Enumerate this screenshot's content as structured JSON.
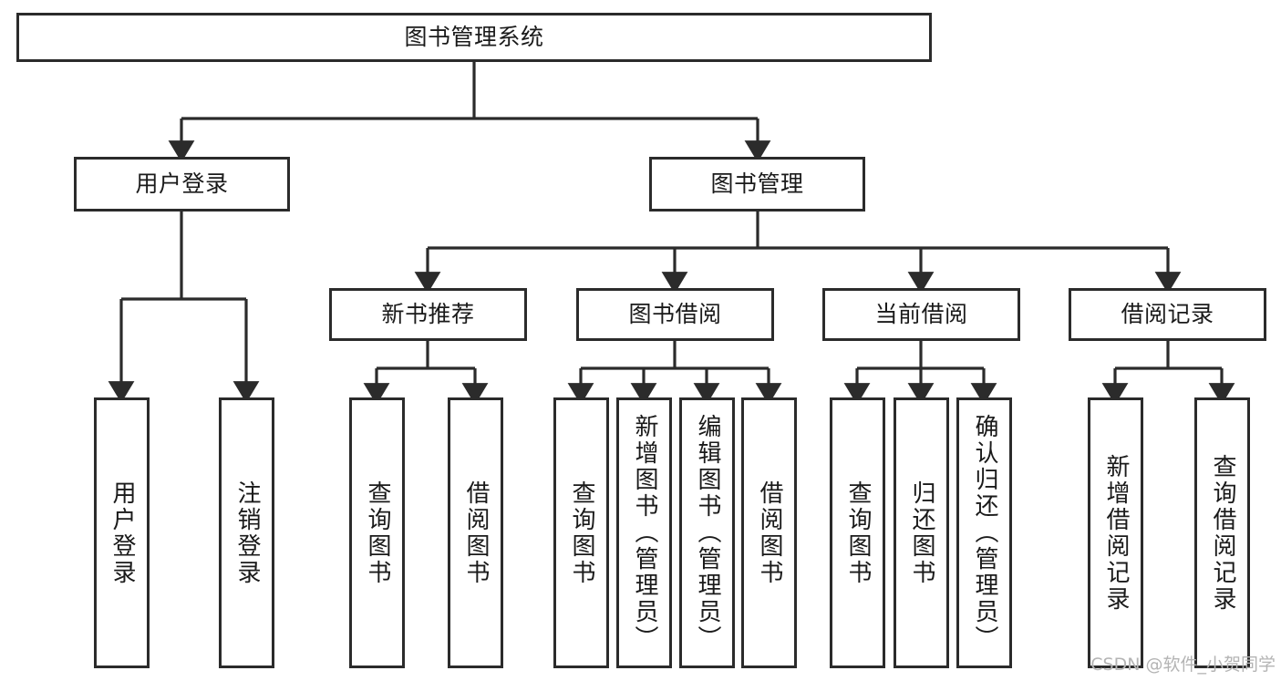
{
  "diagram": {
    "type": "tree-hierarchy",
    "title": "图书管理系统",
    "watermark": "CSDN @软件_小贺同学",
    "colors": {
      "box_border": "#2b2b2b",
      "box_fill": "#ffffff",
      "connector": "#2b2b2b",
      "text": "#1a1a1a",
      "watermark": "#b4b4b4",
      "background": "#ffffff"
    },
    "root": {
      "label": "图书管理系统"
    },
    "level2": [
      {
        "label": "用户登录"
      },
      {
        "label": "图书管理"
      }
    ],
    "level3": [
      {
        "label": "新书推荐"
      },
      {
        "label": "图书借阅"
      },
      {
        "label": "当前借阅"
      },
      {
        "label": "借阅记录"
      }
    ],
    "leaves": {
      "user_login": [
        {
          "label": "用户登录"
        },
        {
          "label": "注销登录"
        }
      ],
      "new_book_recommend": [
        {
          "label": "查询图书"
        },
        {
          "label": "借阅图书"
        }
      ],
      "book_borrow": [
        {
          "label": "查询图书"
        },
        {
          "label": "新增图书（管理员）"
        },
        {
          "label": "编辑图书（管理员）"
        },
        {
          "label": "借阅图书"
        }
      ],
      "current_borrow": [
        {
          "label": "查询图书"
        },
        {
          "label": "归还图书"
        },
        {
          "label": "确认归还（管理员）"
        }
      ],
      "borrow_record": [
        {
          "label": "新增借阅记录"
        },
        {
          "label": "查询借阅记录"
        }
      ]
    }
  }
}
